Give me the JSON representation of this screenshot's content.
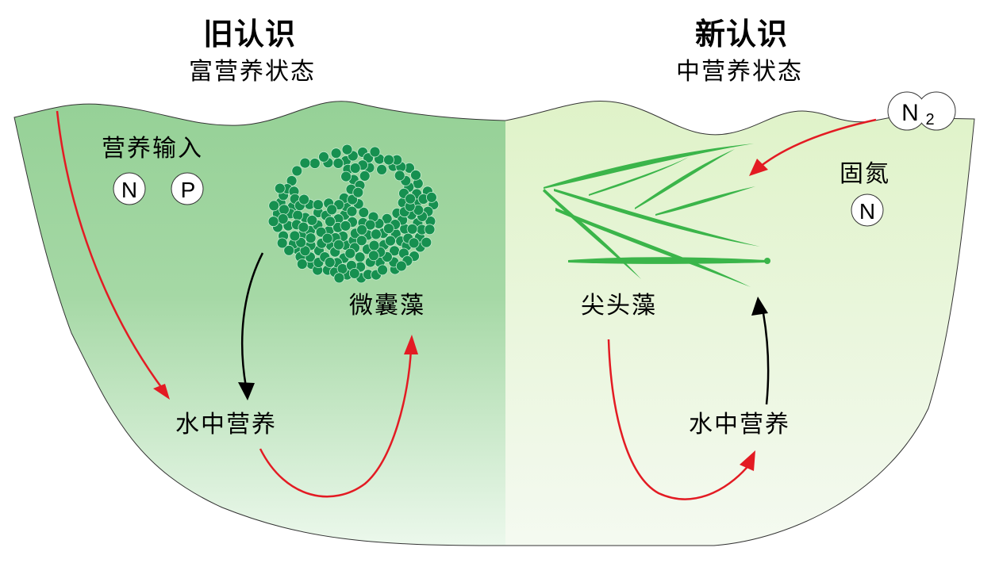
{
  "left_panel": {
    "title": "旧认识",
    "subtitle": "富营养状态",
    "nutrient_input_label": "营养输入",
    "nutrients": [
      "N",
      "P"
    ],
    "algae_label": "微囊藻",
    "water_nutrients_label": "水中营养",
    "colors": {
      "background_top": "#94d095",
      "background_bottom": "#eef9ee",
      "cells": "#169050"
    }
  },
  "right_panel": {
    "title": "新认识",
    "subtitle": "中营养状态",
    "gas_label": "N",
    "gas_subscript": "2",
    "fixation_label": "固氮",
    "fixed_nutrient": "N",
    "algae_label": "尖头藻",
    "water_nutrients_label": "水中营养",
    "colors": {
      "background_top": "#def2c6",
      "background_bottom": "#f3f9ee",
      "filaments": "#3bb54a"
    }
  },
  "arrow_colors": {
    "red": "#e31b23",
    "black": "#000000"
  }
}
